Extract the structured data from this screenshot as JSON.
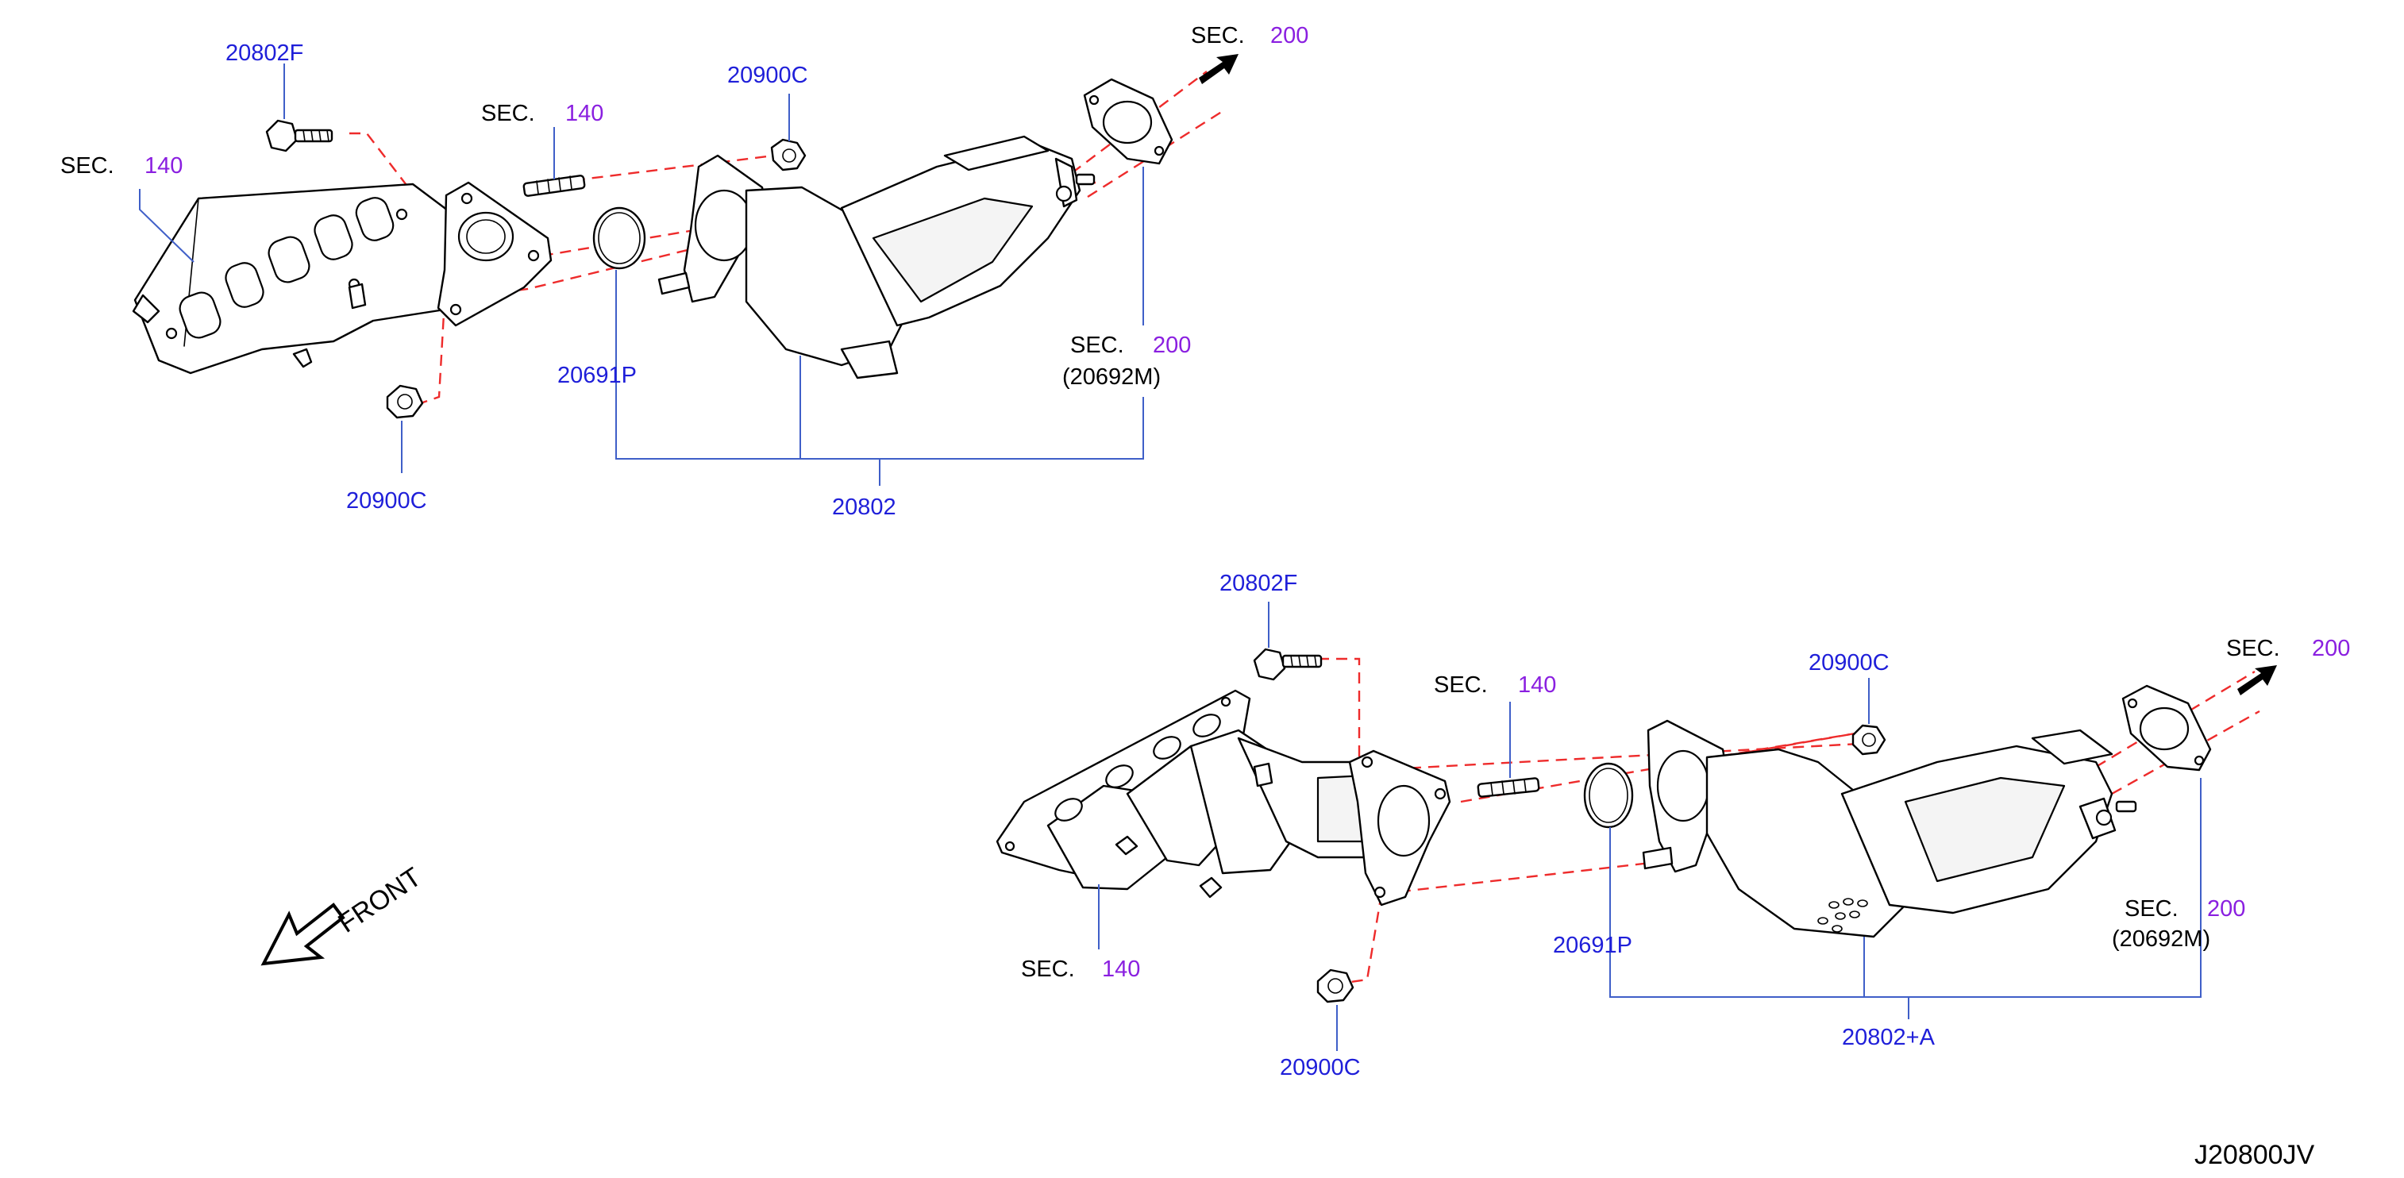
{
  "diagram_code": "J20800JV",
  "front_label": "FRONT",
  "upper_assembly": {
    "sec_140_left": {
      "prefix": "SEC.",
      "num": "140"
    },
    "sec_140_stud": {
      "prefix": "SEC.",
      "num": "140"
    },
    "sec_200_arrow": {
      "prefix": "SEC.",
      "num": "200"
    },
    "sec_200_gasket": {
      "prefix": "SEC.",
      "num": "200",
      "sub": "(20692M)"
    },
    "bolt_label": "20802F",
    "nut_top_label": "20900C",
    "nut_bottom_label": "20900C",
    "gasket_label": "20691P",
    "assembly_label": "20802"
  },
  "lower_assembly": {
    "sec_140_stud": {
      "prefix": "SEC.",
      "num": "140"
    },
    "sec_140_manifold": {
      "prefix": "SEC.",
      "num": "140"
    },
    "sec_200_arrow": {
      "prefix": "SEC.",
      "num": "200"
    },
    "sec_200_gasket": {
      "prefix": "SEC.",
      "num": "200",
      "sub": "(20692M)"
    },
    "bolt_label": "20802F",
    "nut_top_label": "20900C",
    "nut_bottom_label": "20900C",
    "gasket_label": "20691P",
    "assembly_label": "20802+A"
  },
  "colors": {
    "part_number": "#1f1fd9",
    "section_number": "#8a1fe0",
    "leader_line": "#3f5fc8",
    "dashed_alignment": "#ee2b2b"
  }
}
